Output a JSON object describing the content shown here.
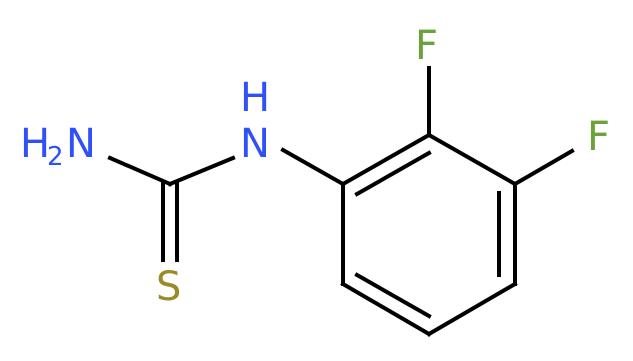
{
  "molecule": {
    "atoms": {
      "nh2": {
        "main": "H",
        "sub": "2",
        "tail": "N",
        "color": "#3050F8"
      },
      "nh": {
        "label": "H",
        "second": "N",
        "color": "#3050F8"
      },
      "f1": {
        "label": "F",
        "color": "#6BA33A"
      },
      "f2": {
        "label": "F",
        "color": "#6BA33A"
      },
      "s": {
        "label": "S",
        "color": "#9B8A2A"
      }
    },
    "bond_color": "#000000"
  }
}
